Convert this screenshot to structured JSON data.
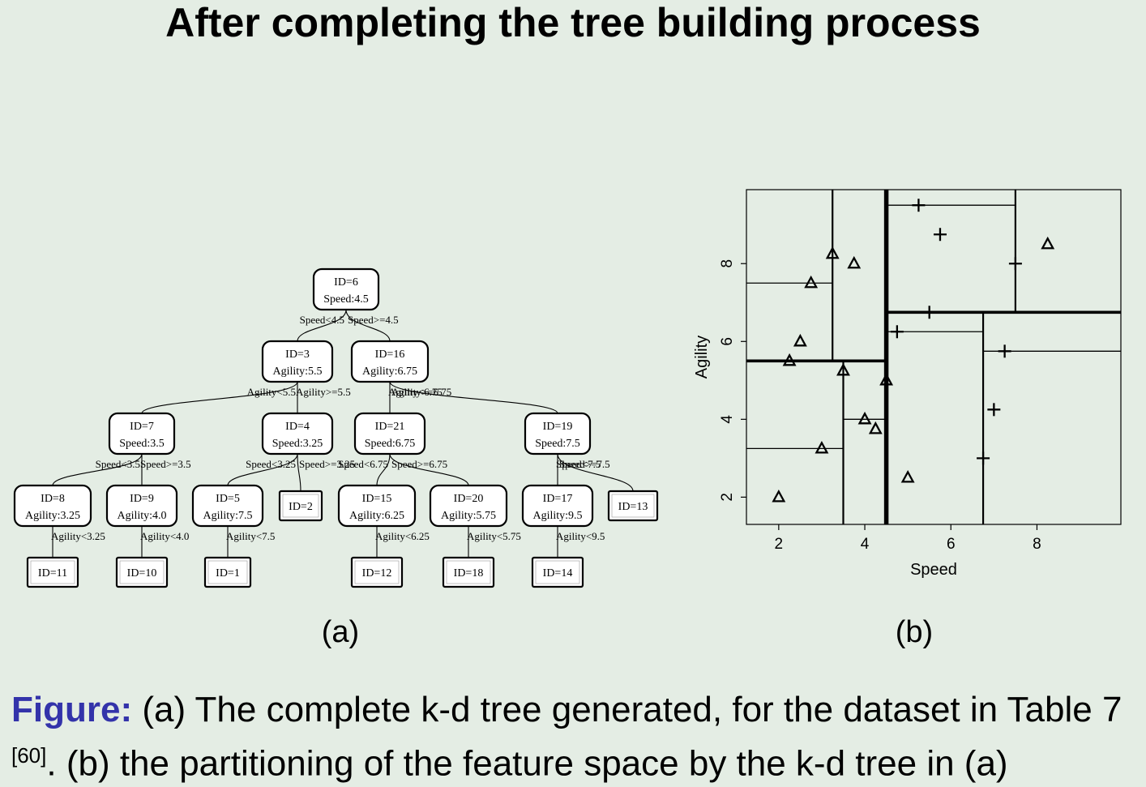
{
  "title": "After completing the tree building process",
  "tree": {
    "nodes": [
      {
        "id": "6",
        "lines": [
          "ID=6",
          "Speed:4.5"
        ],
        "leaf": false
      },
      {
        "id": "3",
        "lines": [
          "ID=3",
          "Agility:5.5"
        ],
        "leaf": false
      },
      {
        "id": "16",
        "lines": [
          "ID=16",
          "Agility:6.75"
        ],
        "leaf": false
      },
      {
        "id": "7",
        "lines": [
          "ID=7",
          "Speed:3.5"
        ],
        "leaf": false
      },
      {
        "id": "4",
        "lines": [
          "ID=4",
          "Speed:3.25"
        ],
        "leaf": false
      },
      {
        "id": "21",
        "lines": [
          "ID=21",
          "Speed:6.75"
        ],
        "leaf": false
      },
      {
        "id": "19",
        "lines": [
          "ID=19",
          "Speed:7.5"
        ],
        "leaf": false
      },
      {
        "id": "8",
        "lines": [
          "ID=8",
          "Agility:3.25"
        ],
        "leaf": false
      },
      {
        "id": "9",
        "lines": [
          "ID=9",
          "Agility:4.0"
        ],
        "leaf": false
      },
      {
        "id": "5",
        "lines": [
          "ID=5",
          "Agility:7.5"
        ],
        "leaf": false
      },
      {
        "id": "2",
        "lines": [
          "ID=2"
        ],
        "leaf": true
      },
      {
        "id": "15",
        "lines": [
          "ID=15",
          "Agility:6.25"
        ],
        "leaf": false
      },
      {
        "id": "20",
        "lines": [
          "ID=20",
          "Agility:5.75"
        ],
        "leaf": false
      },
      {
        "id": "17",
        "lines": [
          "ID=17",
          "Agility:9.5"
        ],
        "leaf": false
      },
      {
        "id": "13",
        "lines": [
          "ID=13"
        ],
        "leaf": true
      },
      {
        "id": "11",
        "lines": [
          "ID=11"
        ],
        "leaf": true
      },
      {
        "id": "10",
        "lines": [
          "ID=10"
        ],
        "leaf": true
      },
      {
        "id": "1",
        "lines": [
          "ID=1"
        ],
        "leaf": true
      },
      {
        "id": "12",
        "lines": [
          "ID=12"
        ],
        "leaf": true
      },
      {
        "id": "18",
        "lines": [
          "ID=18"
        ],
        "leaf": true
      },
      {
        "id": "14",
        "lines": [
          "ID=14"
        ],
        "leaf": true
      }
    ],
    "edges": [
      {
        "from": "6",
        "to": "3",
        "label": "Speed<4.5"
      },
      {
        "from": "6",
        "to": "16",
        "label": "Speed>=4.5"
      },
      {
        "from": "3",
        "to": "7",
        "label": "Agility<5.5"
      },
      {
        "from": "3",
        "to": "4",
        "label": "Agility>=5.5"
      },
      {
        "from": "16",
        "to": "21",
        "label": "Agility<6.75"
      },
      {
        "from": "16",
        "to": "19",
        "label": "Agility>=6.75"
      },
      {
        "from": "7",
        "to": "8",
        "label": "Speed<3.5"
      },
      {
        "from": "7",
        "to": "9",
        "label": "Speed>=3.5"
      },
      {
        "from": "4",
        "to": "5",
        "label": "Speed<3.25"
      },
      {
        "from": "4",
        "to": "2",
        "label": "Speed>=3.25"
      },
      {
        "from": "21",
        "to": "15",
        "label": "Speed<6.75"
      },
      {
        "from": "21",
        "to": "20",
        "label": "Speed>=6.75"
      },
      {
        "from": "19",
        "to": "17",
        "label": "Speed<7.5"
      },
      {
        "from": "19",
        "to": "13",
        "label": "Speed>=7.5"
      },
      {
        "from": "8",
        "to": "11",
        "label": "Agility<3.25"
      },
      {
        "from": "9",
        "to": "10",
        "label": "Agility<4.0"
      },
      {
        "from": "5",
        "to": "1",
        "label": "Agility<7.5"
      },
      {
        "from": "15",
        "to": "12",
        "label": "Agility<6.25"
      },
      {
        "from": "20",
        "to": "18",
        "label": "Agility<5.75"
      },
      {
        "from": "17",
        "to": "14",
        "label": "Agility<9.5"
      }
    ]
  },
  "panel_a_label": "(a)",
  "panel_b_label": "(b)",
  "chart_data": {
    "type": "scatter",
    "xlabel": "Speed",
    "ylabel": "Agility",
    "xlim": [
      1.25,
      9.95
    ],
    "ylim": [
      1.3,
      9.9
    ],
    "xticks": [
      2,
      4,
      6,
      8
    ],
    "yticks": [
      2,
      4,
      6,
      8
    ],
    "series": [
      {
        "marker": "triangle",
        "points": [
          [
            2.0,
            2.0
          ],
          [
            2.25,
            5.5
          ],
          [
            2.5,
            6.0
          ],
          [
            2.75,
            7.5
          ],
          [
            3.0,
            3.25
          ],
          [
            3.25,
            8.25
          ],
          [
            3.5,
            5.25
          ],
          [
            3.75,
            8.0
          ],
          [
            4.0,
            4.0
          ],
          [
            4.25,
            3.75
          ],
          [
            4.5,
            5.0
          ],
          [
            5.0,
            2.5
          ],
          [
            8.25,
            8.5
          ]
        ]
      },
      {
        "marker": "plus",
        "points": [
          [
            4.75,
            6.25
          ],
          [
            5.25,
            9.5
          ],
          [
            5.5,
            6.75
          ],
          [
            5.75,
            8.75
          ],
          [
            6.75,
            3.0
          ],
          [
            7.0,
            4.25
          ],
          [
            7.25,
            5.75
          ],
          [
            7.5,
            8.0
          ]
        ]
      }
    ],
    "splits": [
      {
        "dir": "v",
        "at": 4.5,
        "from": 1.3,
        "to": 9.9,
        "depth": 0
      },
      {
        "dir": "h",
        "at": 5.5,
        "from": 1.25,
        "to": 4.5,
        "depth": 1
      },
      {
        "dir": "h",
        "at": 6.75,
        "from": 4.5,
        "to": 9.95,
        "depth": 1
      },
      {
        "dir": "v",
        "at": 3.5,
        "from": 1.3,
        "to": 5.5,
        "depth": 2
      },
      {
        "dir": "v",
        "at": 3.25,
        "from": 5.5,
        "to": 9.9,
        "depth": 2
      },
      {
        "dir": "v",
        "at": 6.75,
        "from": 1.3,
        "to": 6.75,
        "depth": 2
      },
      {
        "dir": "v",
        "at": 7.5,
        "from": 6.75,
        "to": 9.9,
        "depth": 2
      },
      {
        "dir": "h",
        "at": 3.25,
        "from": 1.25,
        "to": 3.5,
        "depth": 3
      },
      {
        "dir": "h",
        "at": 4.0,
        "from": 3.5,
        "to": 4.5,
        "depth": 3
      },
      {
        "dir": "h",
        "at": 7.5,
        "from": 1.25,
        "to": 3.25,
        "depth": 3
      },
      {
        "dir": "h",
        "at": 6.25,
        "from": 4.5,
        "to": 6.75,
        "depth": 3
      },
      {
        "dir": "h",
        "at": 5.75,
        "from": 6.75,
        "to": 9.95,
        "depth": 3
      },
      {
        "dir": "h",
        "at": 9.5,
        "from": 4.5,
        "to": 7.5,
        "depth": 3
      }
    ]
  },
  "caption": {
    "lead": "Figure:",
    "text1": " (a) The complete k-d tree generated, for the dataset in Table 7 ",
    "ref": "[60]",
    "text2": ". (b) the partitioning of the feature space by the k-d tree in (a)"
  }
}
